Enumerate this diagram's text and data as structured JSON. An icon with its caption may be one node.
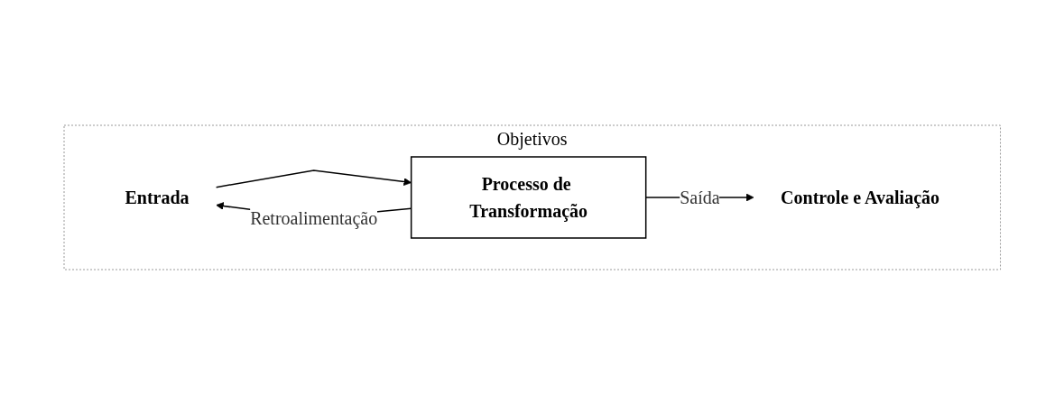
{
  "diagram": {
    "nodes": [
      {
        "text": [
          "Objetivos"
        ]
      },
      {
        "text": [
          "Entrada"
        ],
        "in": 0
      },
      {
        "text": [
          "Processo de Transformação"
        ],
        "in": 0
      },
      {
        "text": [
          "Controle e Avaliação"
        ],
        "in": 0
      }
    ],
    "edges": [
      {
        "from": 1,
        "to": 2,
        "arrow": "to"
      },
      {
        "from": 2,
        "to": 3,
        "label": "Saída",
        "arrow": "to"
      },
      {
        "from": 2,
        "to": 1,
        "label": "Retroalimentação",
        "arrow": "to"
      }
    ]
  }
}
